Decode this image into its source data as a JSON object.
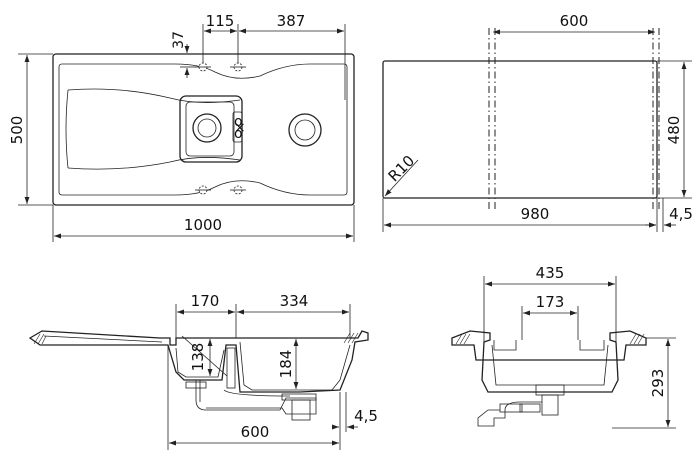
{
  "top_view": {
    "total_width": "1000",
    "total_depth": "500",
    "tap_hole_offset": "37",
    "tap_spacing": "115",
    "drain_spacing": "387"
  },
  "cutout_view": {
    "cutout_width": "980",
    "cutout_depth": "480",
    "corner_radius": "R10",
    "bowl_width": "600",
    "rim_thickness": "4,5"
  },
  "side_view": {
    "bowl_left_width": "170",
    "bowl_right_width": "334",
    "bowl_left_depth": "138",
    "bowl_right_depth": "184",
    "base_width": "600",
    "base_offset": "4,5"
  },
  "front_view": {
    "outer_width": "435",
    "inner_width": "173",
    "depth": "293"
  }
}
